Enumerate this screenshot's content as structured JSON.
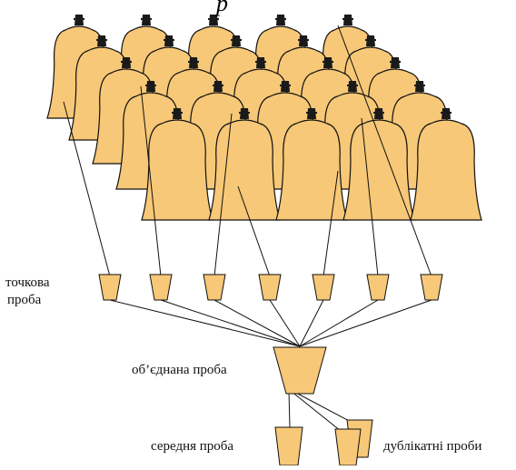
{
  "title_fragment": "р",
  "labels": {
    "point_sample_line1": "точкова",
    "point_sample_line2": "проба",
    "combined_sample": "об’єднана проба",
    "average_sample": "середня проба",
    "duplicate_samples": "дублікатні проби"
  },
  "colors": {
    "bag_fill": "#f7c877",
    "outline": "#111111",
    "line": "#111111",
    "tie": "#1a1a1a"
  }
}
